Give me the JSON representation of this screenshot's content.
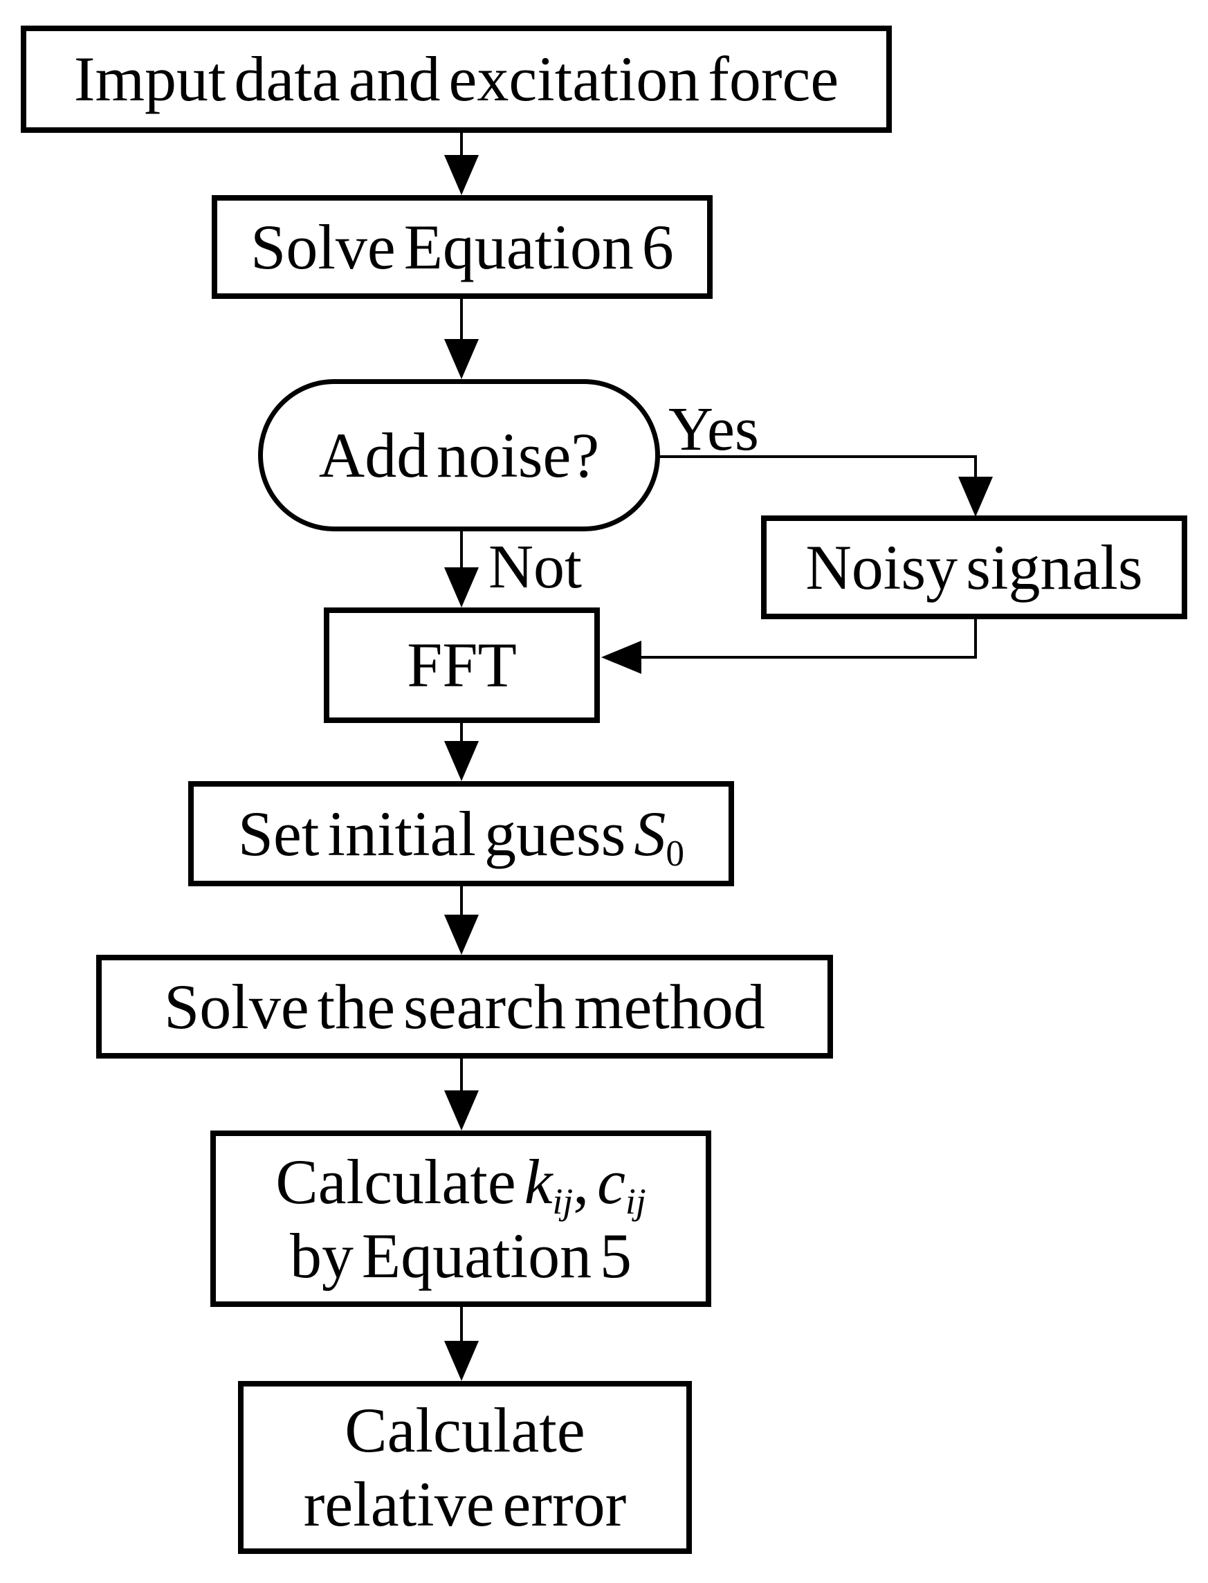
{
  "colors": {
    "ink": "#000000",
    "paper": "#ffffff"
  },
  "nodes": {
    "input": {
      "shape": "rectangle",
      "label": "Imput data and excitation force"
    },
    "solve_eq6": {
      "shape": "rectangle",
      "label": "Solve Equation 6"
    },
    "add_noise": {
      "shape": "stadium",
      "label": "Add noise?"
    },
    "noisy_signals": {
      "shape": "rectangle",
      "label": "Noisy signals"
    },
    "fft": {
      "shape": "rectangle",
      "label": "FFT"
    },
    "set_guess": {
      "shape": "rectangle",
      "pre": "Set initial guess ",
      "symbol": "S",
      "subscript": "0"
    },
    "search": {
      "shape": "rectangle",
      "label": "Solve the search method"
    },
    "calc_kc": {
      "shape": "rectangle",
      "line1": {
        "pre": "Calculate ",
        "k": "k",
        "k_sub": "ij",
        "sep": ", ",
        "c": "c",
        "c_sub": "ij"
      },
      "line2": "by Equation 5"
    },
    "calc_error": {
      "shape": "rectangle",
      "line1": "Calculate",
      "line2": "relative error"
    }
  },
  "edges": {
    "yes_label": "Yes",
    "not_label": "Not"
  }
}
